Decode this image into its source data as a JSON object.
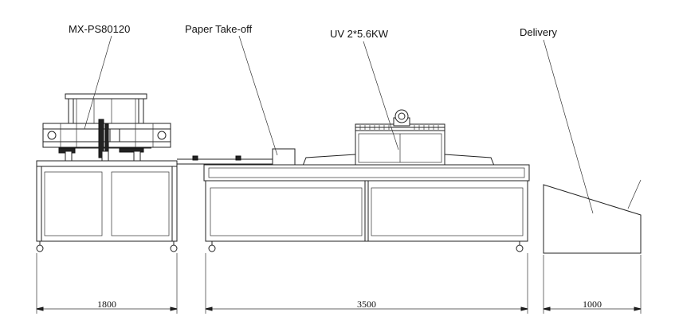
{
  "labels": {
    "printer_model": "MX-PS80120",
    "takeoff": "Paper Take-off",
    "uv": "UV 2*5.6KW",
    "delivery": "Delivery"
  },
  "dimensions": {
    "printer": "1800",
    "conveyor": "3500",
    "delivery": "1000"
  }
}
